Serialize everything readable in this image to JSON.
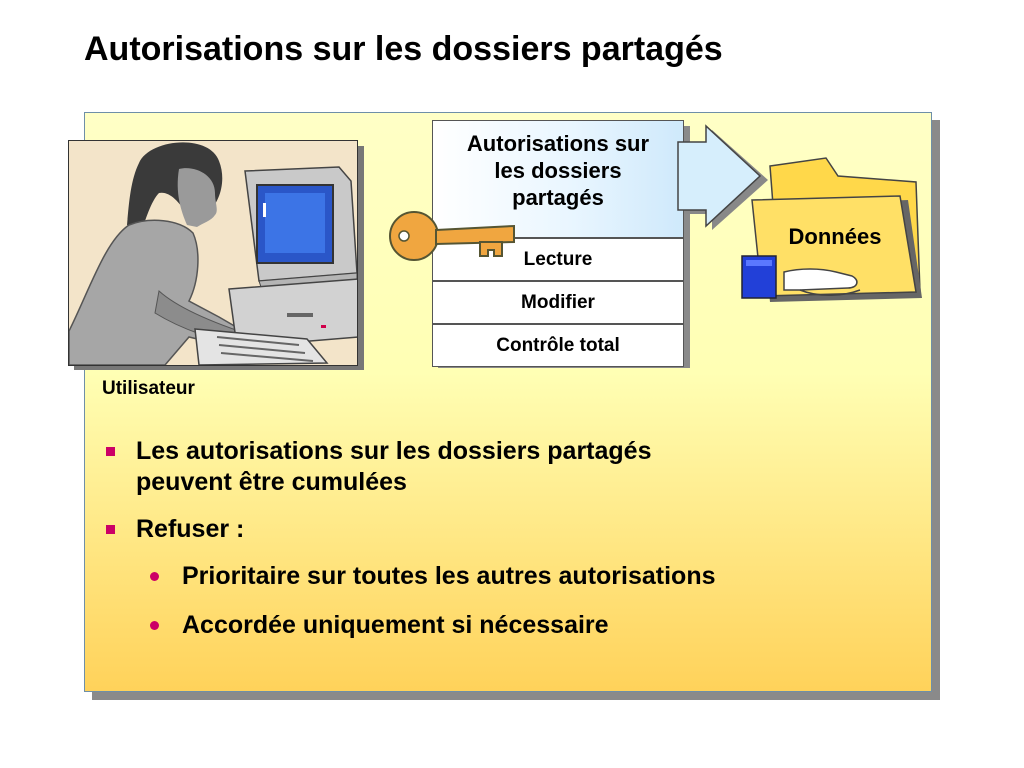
{
  "title": "Autorisations sur les dossiers partagés",
  "illustration": {
    "user_label": "Utilisateur",
    "icons": [
      "woman-at-computer-illustration",
      "key-icon",
      "arrow-icon",
      "folder-icon",
      "hand-icon"
    ]
  },
  "permissions_box": {
    "header_lines": [
      "Autorisations sur",
      "les dossiers",
      "partagés"
    ],
    "rows": [
      "Lecture",
      "Modifier",
      "Contrôle total"
    ]
  },
  "folder": {
    "label": "Données"
  },
  "bullets": {
    "items": [
      {
        "lines": [
          "Les autorisations sur les dossiers partagés",
          "peuvent être cumulées"
        ]
      },
      {
        "lines": [
          "Refuser :"
        ]
      }
    ],
    "sub_items": [
      "Prioritaire sur toutes les autres autorisations",
      "Accordée uniquement si nécessaire"
    ]
  },
  "colors": {
    "bullet": "#cc0066",
    "panel_top": "#ffffc6",
    "panel_bottom": "#ffd25a",
    "key": "#f0a640",
    "folder": "#ffe066"
  }
}
